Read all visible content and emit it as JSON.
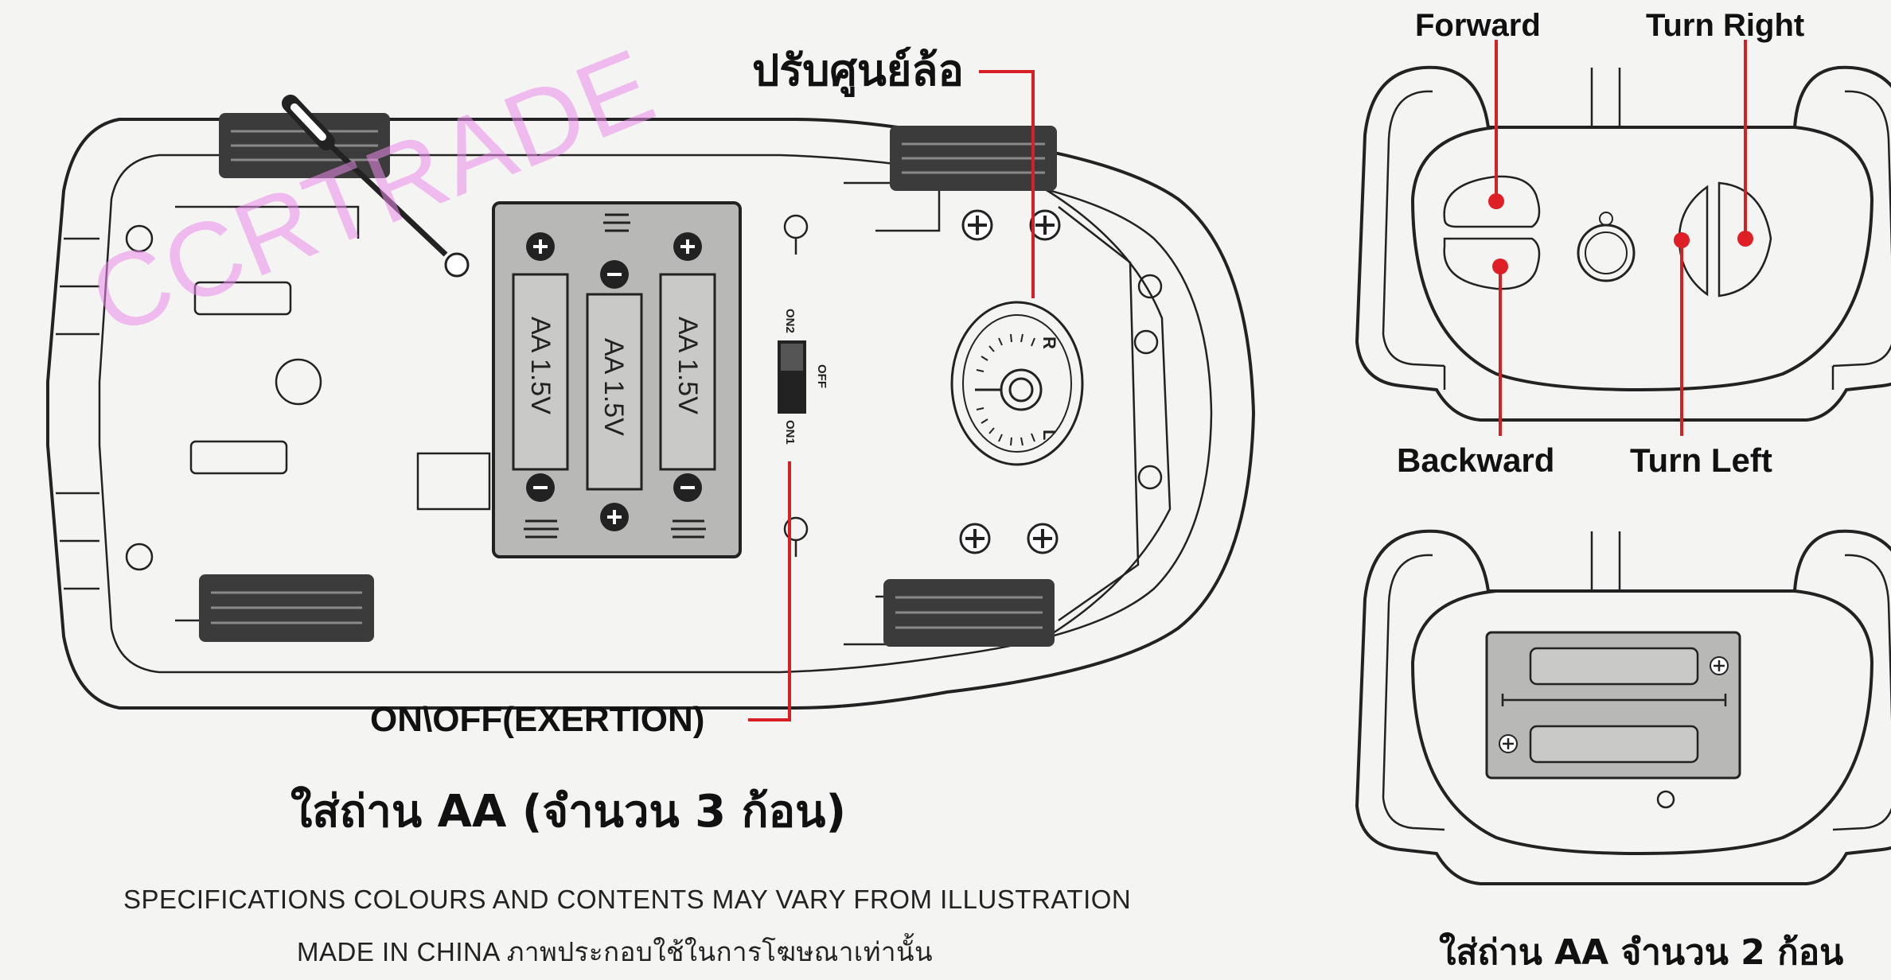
{
  "labels": {
    "wheel_center": "ปรับศูนย์ล้อ",
    "onoff": "ON\\OFF(EXERTION)",
    "car_battery": "ใส่ถ่าน AA (จำนวน 3 ก้อน)",
    "remote_battery": "ใส่ถ่าน AA จำนวน 2 ก้อน",
    "forward": "Forward",
    "backward": "Backward",
    "turn_right": "Turn Right",
    "turn_left": "Turn Left",
    "spec_line1": "SPECIFICATIONS COLOURS AND CONTENTS MAY VARY FROM ILLUSTRATION",
    "spec_line2": "MADE IN CHINA ภาพประกอบใช้ในการโฆษณาเท่านั้น",
    "watermark": "CCRTRADE"
  },
  "battery_cells": [
    "AA 1.5V",
    "AA 1.5V",
    "AA 1.5V"
  ],
  "switch_labels": {
    "on2": "ON2",
    "off": "OFF",
    "on1": "ON1"
  },
  "dial_labels": {
    "right": "R",
    "left": "L"
  },
  "colors": {
    "accent_red": "#d81f26",
    "ink": "#222222",
    "battery_tray": "#b8b8b6",
    "watermark": "#eb8ceb"
  }
}
